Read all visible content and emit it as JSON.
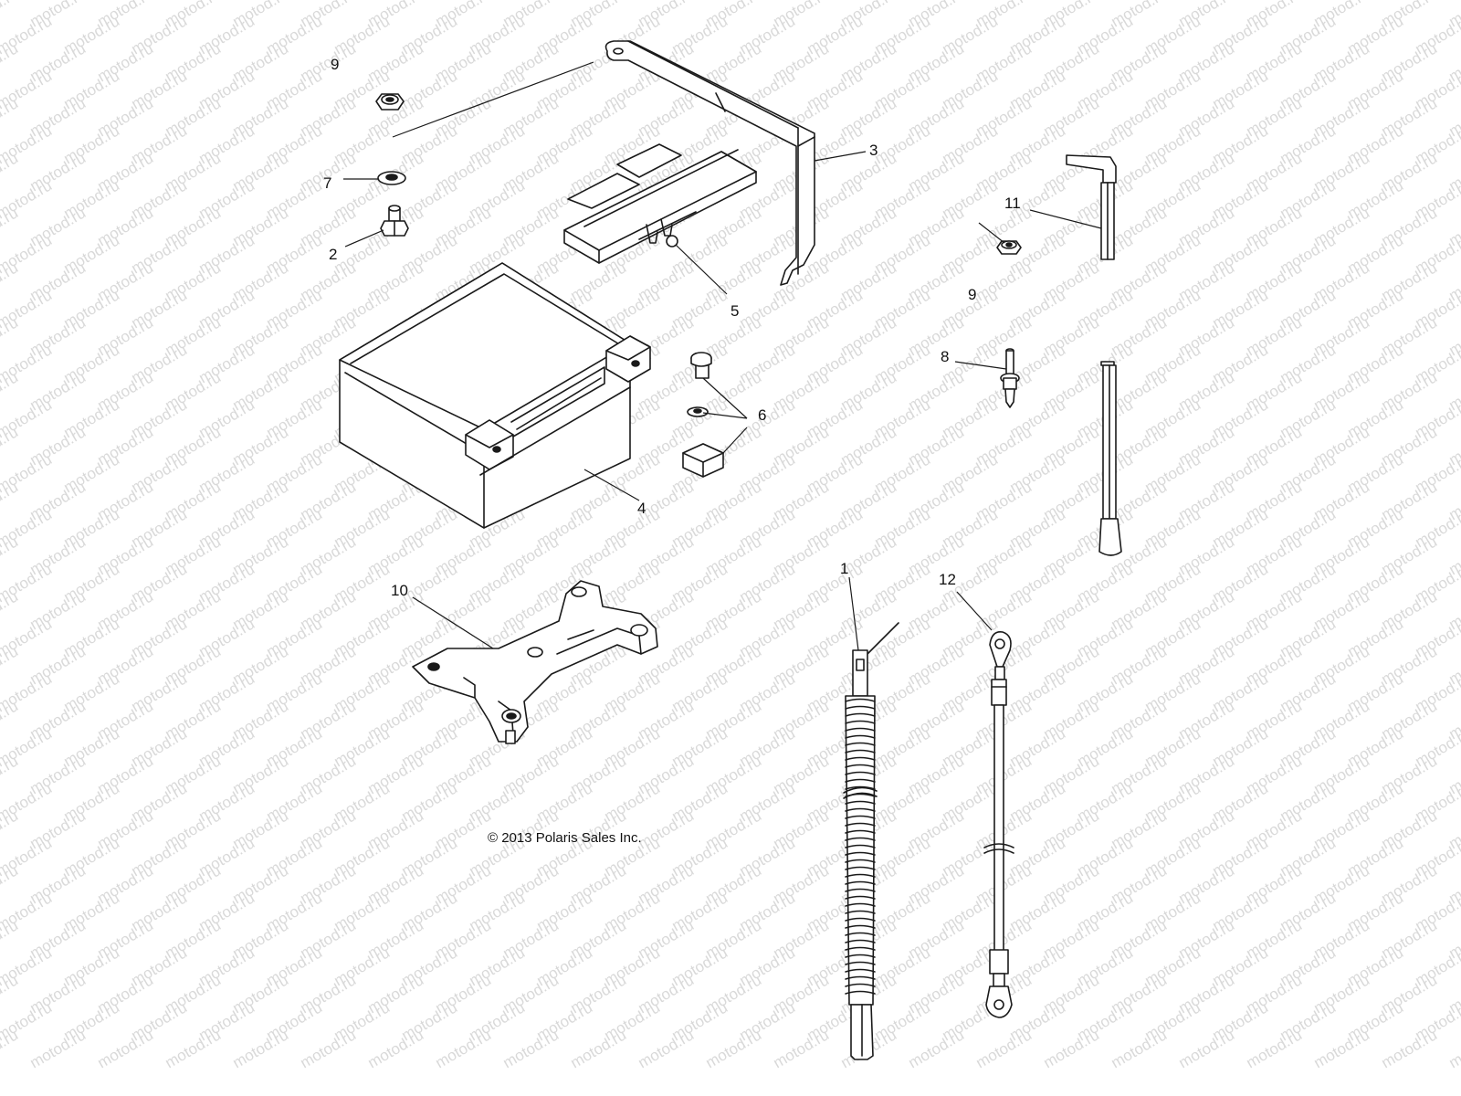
{
  "watermark": "motod.ru",
  "copyright": "© 2013 Polaris Sales Inc.",
  "callouts": {
    "c1": "1",
    "c2": "2",
    "c3": "3",
    "c4": "4",
    "c5": "5",
    "c6": "6",
    "c7": "7",
    "c8": "8",
    "c9a": "9",
    "c9b": "9",
    "c10": "10",
    "c11": "11",
    "c12": "12"
  }
}
